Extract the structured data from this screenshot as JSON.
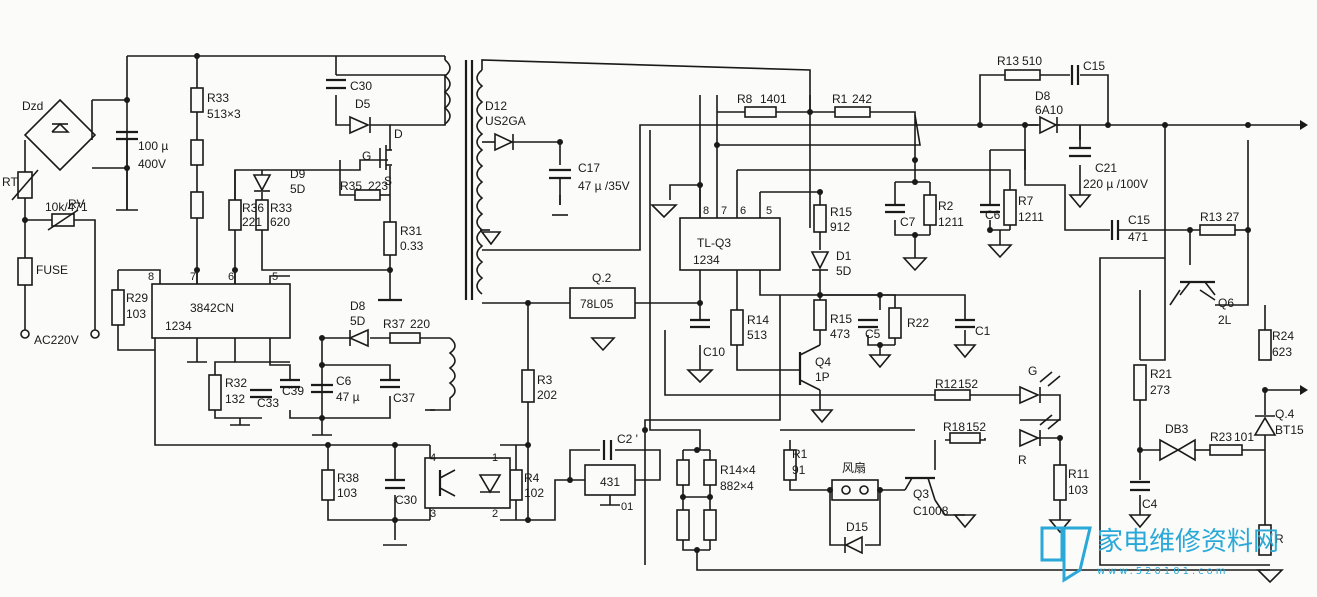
{
  "parts": {
    "dzd": "Dzd",
    "rt": "RT",
    "rv": "RV",
    "rv_val": "10k/471",
    "fuse": "FUSE",
    "ac": "AC220V",
    "cap_in": "100 µ",
    "cap_in_v": "400V",
    "r33": "R33",
    "r33_val": "513×3",
    "c30": "C30",
    "d5": "D5",
    "d": "D",
    "g": "G",
    "s": "S",
    "d9": "D9",
    "d9_val": "5D",
    "r35": "R35",
    "r35_val": "223",
    "r36": "R36",
    "r36_val": "221",
    "r33b": "R33",
    "r33b_val": "620",
    "r31": "R31",
    "r31_val": "0.33",
    "ic1": "3842CN",
    "ic1_pins": "1234",
    "pin8": "8",
    "pin7": "7",
    "pin6": "6",
    "pin5": "5",
    "r29": "R29",
    "r29_val": "103",
    "d8": "D8",
    "d8_val": "5D",
    "r37": "R37",
    "r37_val": "220",
    "r32": "R32",
    "r32_val": "132",
    "c33": "C33",
    "c39": "C39",
    "c6": "C6",
    "c6_val": "47 µ",
    "c37": "C37",
    "r38": "R38",
    "r38_val": "103",
    "c30b": "C30",
    "d12": "D12",
    "d12_val": "US2GA",
    "c17": "C17",
    "c17_val": "47 µ /35V",
    "r8": "R8",
    "r8_val": "1401",
    "r1": "R1",
    "r1_val": "242",
    "ic2": "TL-Q3",
    "ic2_pins": "1234",
    "p8": "8",
    "p7": "7",
    "p6": "6",
    "p5": "5",
    "r15a": "R15",
    "r15a_val": "912",
    "d1": "D1",
    "d1_val": "5D",
    "r15b": "R15",
    "r15b_val": "473",
    "c5": "C5",
    "r22": "R22",
    "c1": "C1",
    "c7": "C7",
    "r2": "R2",
    "r2_val": "1211",
    "c6b": "C6",
    "r7": "R7",
    "r7_val": "1211",
    "q2": "Q.2",
    "q2_val": "78L05",
    "c10": "C10",
    "r14": "R14",
    "r14_val": "513",
    "q4": "Q4",
    "q4_val": "1P",
    "r13a": "R13",
    "r13a_val": "510",
    "c15a": "C15",
    "dbo": "D8",
    "dbo_val": "6A10",
    "c21": "C21",
    "c21_val": "220 µ /100V",
    "c15b": "C15",
    "c15b_val": "471",
    "r13b": "R13",
    "r13b_val": "27",
    "q6": "Q6",
    "q6_val": "2L",
    "r24": "R24",
    "r24_val": "623",
    "r21": "R21",
    "r21_val": "273",
    "db3": "DB3",
    "r23": "R23",
    "r23_val": "101",
    "q4b": "Q.4",
    "q4b_val": "BT15",
    "c4": "C4",
    "r12": "R12",
    "r12_val": "152",
    "led_g": "G",
    "r18": "R18",
    "r18_val": "152",
    "led_r": "R",
    "r11": "R11",
    "r11_val": "103",
    "r3": "R3",
    "r3_val": "202",
    "r4": "R4",
    "r4_val": "102",
    "c2": "C2 '",
    "ic431": "431",
    "ic431_pin": "01",
    "r14x": "R14×4",
    "r14x_val": "882×4",
    "r1b": "R1",
    "r1b_val": "91",
    "fan": "风扇",
    "d15": "D15",
    "q3": "Q3",
    "q3_val": "C1008",
    "oc4": "4",
    "oc3": "3",
    "oc1": "1",
    "oc2": "2",
    "r_bottom": "R"
  },
  "watermark": {
    "text": "家电维修资料网",
    "url": "www.520101.com",
    "color": "#2aa9d8"
  }
}
